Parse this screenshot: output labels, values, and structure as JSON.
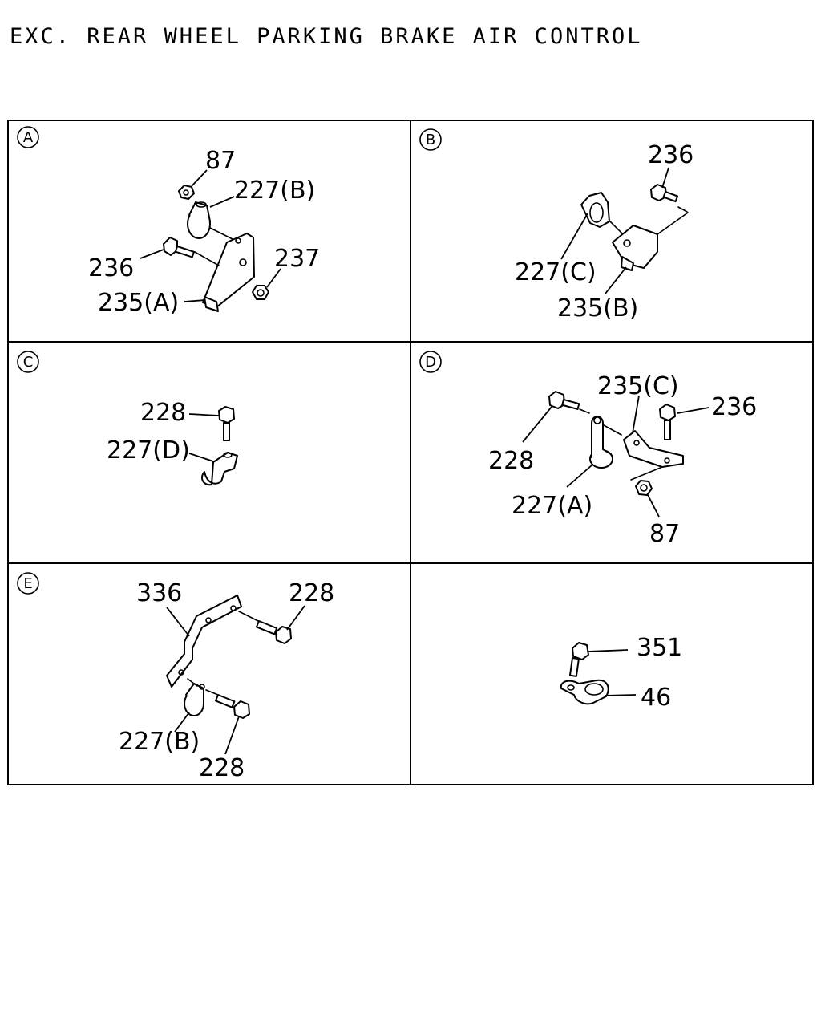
{
  "title": "EXC. REAR WHEEL PARKING BRAKE AIR CONTROL",
  "panels": [
    {
      "marker": "A",
      "labels": [
        "87",
        "227(B)",
        "236",
        "237",
        "235(A)"
      ]
    },
    {
      "marker": "B",
      "labels": [
        "236",
        "227(C)",
        "235(B)"
      ]
    },
    {
      "marker": "C",
      "labels": [
        "228",
        "227(D)"
      ]
    },
    {
      "marker": "D",
      "labels": [
        "235(C)",
        "236",
        "228",
        "227(A)",
        "87"
      ]
    },
    {
      "marker": "E",
      "labels": [
        "336",
        "228",
        "227(B)",
        "228"
      ]
    },
    {
      "marker": "",
      "labels": [
        "351",
        "46"
      ]
    }
  ]
}
